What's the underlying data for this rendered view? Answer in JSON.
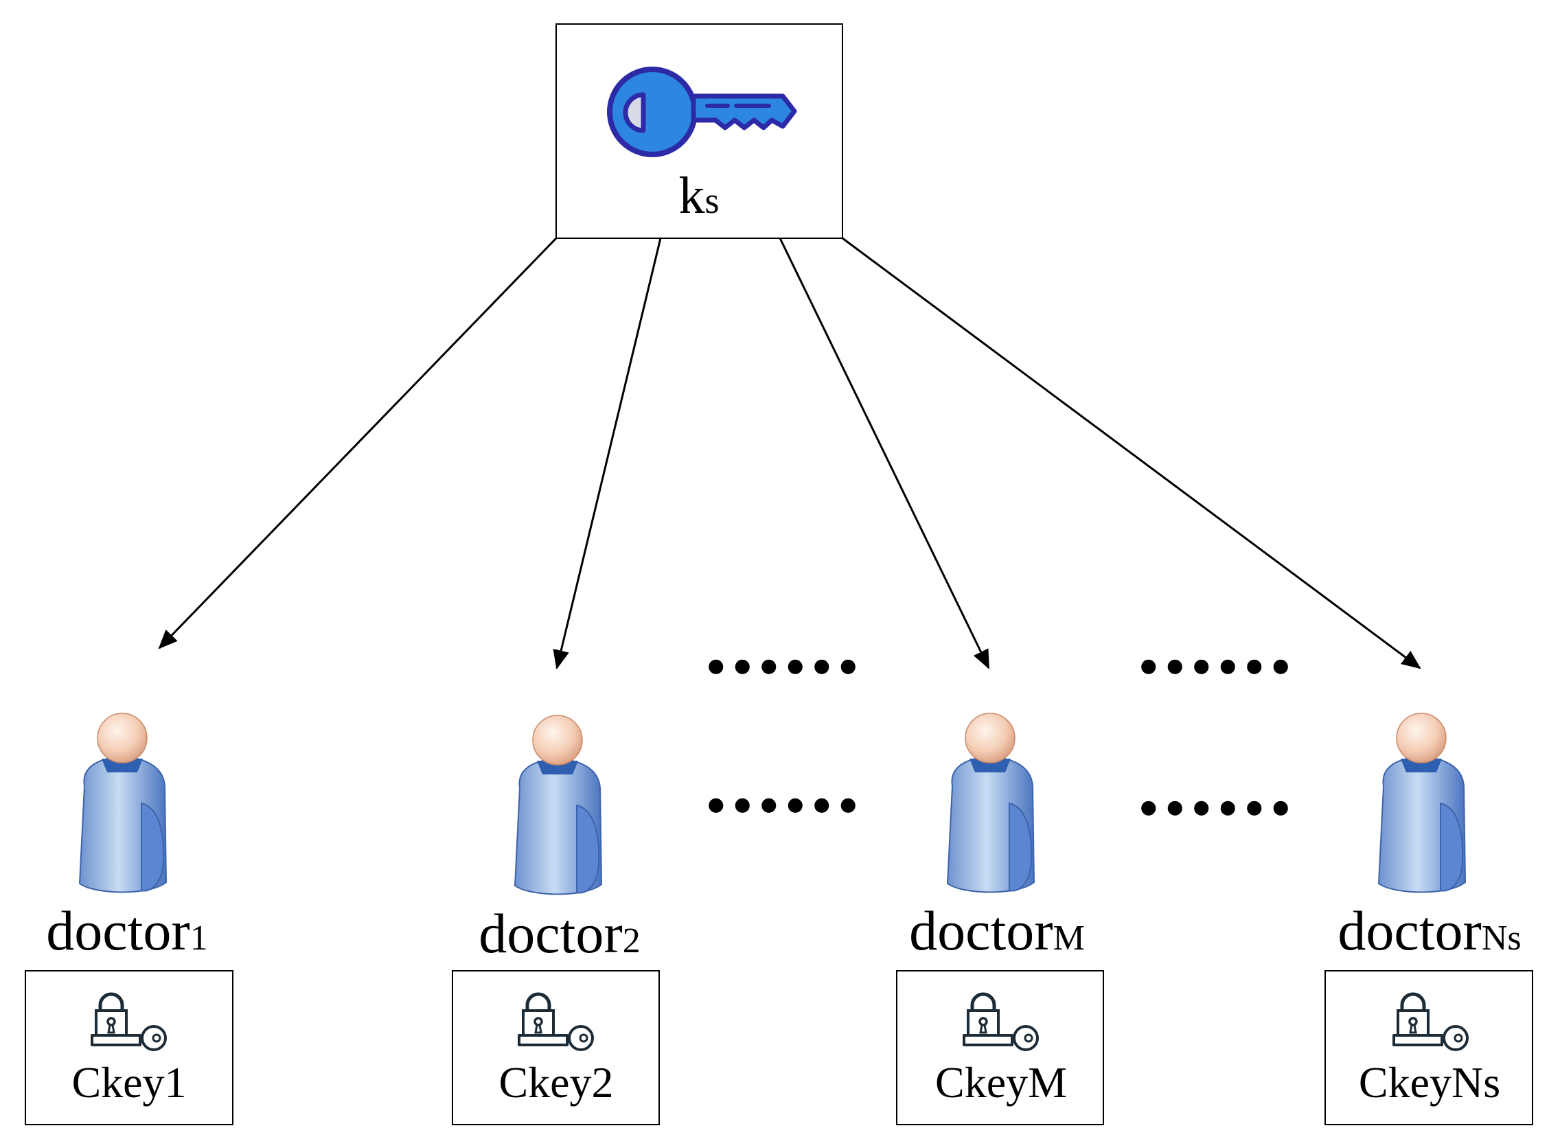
{
  "master_key": {
    "label": "k",
    "label_sub": "s"
  },
  "doctors": [
    {
      "name": "doctor",
      "sub": "1",
      "ckey": "Ckey1"
    },
    {
      "name": "doctor",
      "sub": "2",
      "ckey": "Ckey2"
    },
    {
      "name": "doctor",
      "sub": "M",
      "ckey": "CkeyM"
    },
    {
      "name": "doctor",
      "sub": "Ns",
      "ckey": "CkeyNs"
    }
  ],
  "ellipsis": "......",
  "icons": {
    "master_key": "key-icon",
    "doctor": "person-icon",
    "ckey": "lock-key-icon"
  },
  "colors": {
    "key_blue": "#2d86e0",
    "key_outline": "#2c2aa6",
    "person_blue": "#8fb1e0",
    "skin": "#f4cdb5"
  }
}
